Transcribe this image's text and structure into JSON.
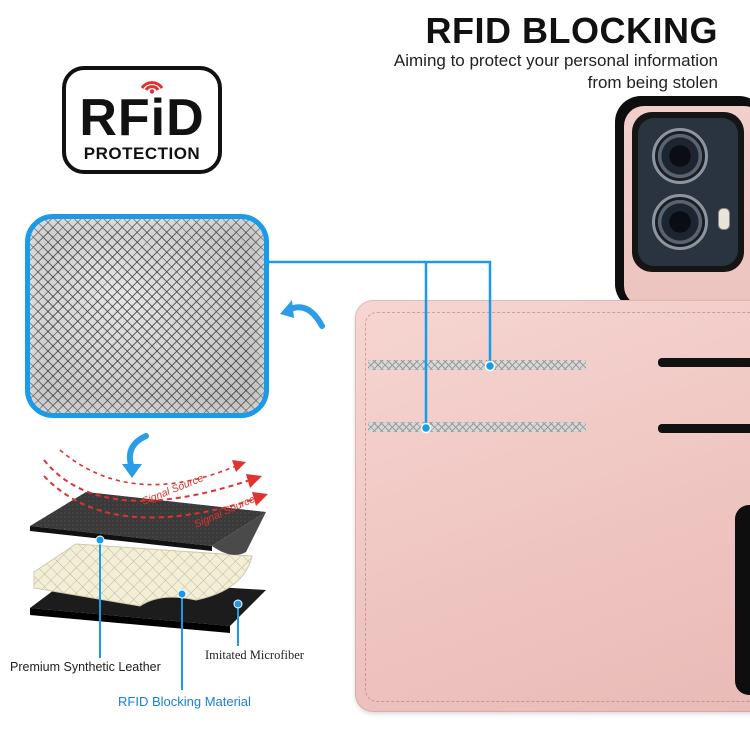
{
  "header": {
    "title": "RFID BLOCKING",
    "subtitle_line1": "Aiming to protect your personal information",
    "subtitle_line2": "from being stolen"
  },
  "badge": {
    "main": "RFiD",
    "sub": "PROTECTION"
  },
  "layers": {
    "signal_label_1": "Signal Source",
    "signal_label_2": "Signal Source",
    "label_leather": "Premium Synthetic Leather",
    "label_microfiber": "Imitated Microfiber",
    "label_rfid": "RFID Blocking Material"
  },
  "colors": {
    "accent_blue": "#1a9be8",
    "signal_red": "#e0322e",
    "case_pink": "#efc5c1"
  }
}
